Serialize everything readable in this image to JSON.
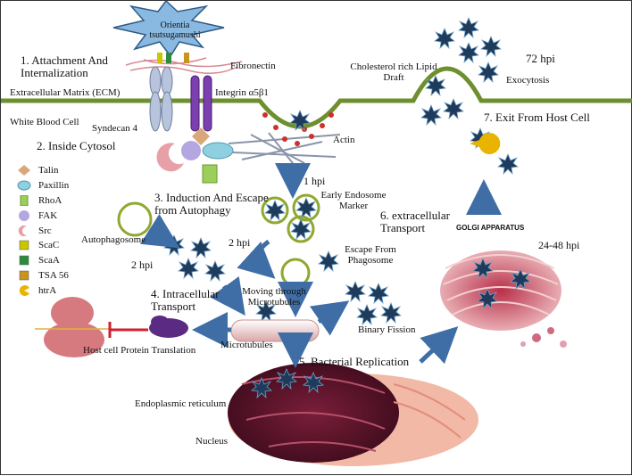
{
  "title_org": "Orientia tsutsugamushi",
  "labels": {
    "step1": "1. Attachment And Internalization",
    "ecm": "Extracellular Matrix (ECM)",
    "wbc": "White Blood Cell",
    "syndecan": "Syndecan 4",
    "fibronectin": "Fibronectin",
    "integrin": "Integrin α5β1",
    "step2": "2. Inside  Cytosol",
    "actin": "Actin",
    "hpi1": "1 hpi",
    "early_endosome": "Early Endosome Marker",
    "step3": "3. Induction And Escape from Autophagy",
    "autophagosome": "Autophagosome",
    "hpi2a": "2 hpi",
    "hpi2b": "2 hpi",
    "escape_phagosome": "Escape From Phagosome",
    "step4": "4. Intracellular Transport",
    "moving": "Moving through Microtubules",
    "microtubules": "Microtubules",
    "binary_fission": "Binary Fission",
    "host_protein": "Host cell Protein Translation",
    "step5": "5. Bacterial Replication",
    "er": "Endoplasmic reticulum",
    "nucleus": "Nucleus",
    "lipid": "Cholesterol rich Lipid Draft",
    "hpi72": "72 hpi",
    "exocytosis": "Exocytosis",
    "step7": "7. Exit  From Host Cell",
    "step6": "6. extracellular Transport",
    "golgi": "GOLGI APPARATUS",
    "hpi2448": "24-48 hpi"
  },
  "legend": [
    {
      "name": "Talin",
      "color": "#d9a77a",
      "shape": "diamond"
    },
    {
      "name": "Paxillin",
      "color": "#8fd0e0",
      "shape": "cloud"
    },
    {
      "name": "RhoA",
      "color": "#9bcf5a",
      "shape": "cylinder"
    },
    {
      "name": "FAK",
      "color": "#b4a6e0",
      "shape": "circle"
    },
    {
      "name": "Src",
      "color": "#e8a0a8",
      "shape": "crescent"
    },
    {
      "name": "ScaC",
      "color": "#c8c800",
      "shape": "square"
    },
    {
      "name": "ScaA",
      "color": "#2e8b3e",
      "shape": "square"
    },
    {
      "name": "TSA 56",
      "color": "#c8931e",
      "shape": "square"
    },
    {
      "name": "htrA",
      "color": "#e8b400",
      "shape": "pacman"
    }
  ],
  "colors": {
    "membrane": "#6e8f2e",
    "arrow_blue": "#3f6ea6",
    "bacterium": "#1f3b5c",
    "golgi": "#c0405a",
    "inhibit_red": "#d0202c"
  }
}
